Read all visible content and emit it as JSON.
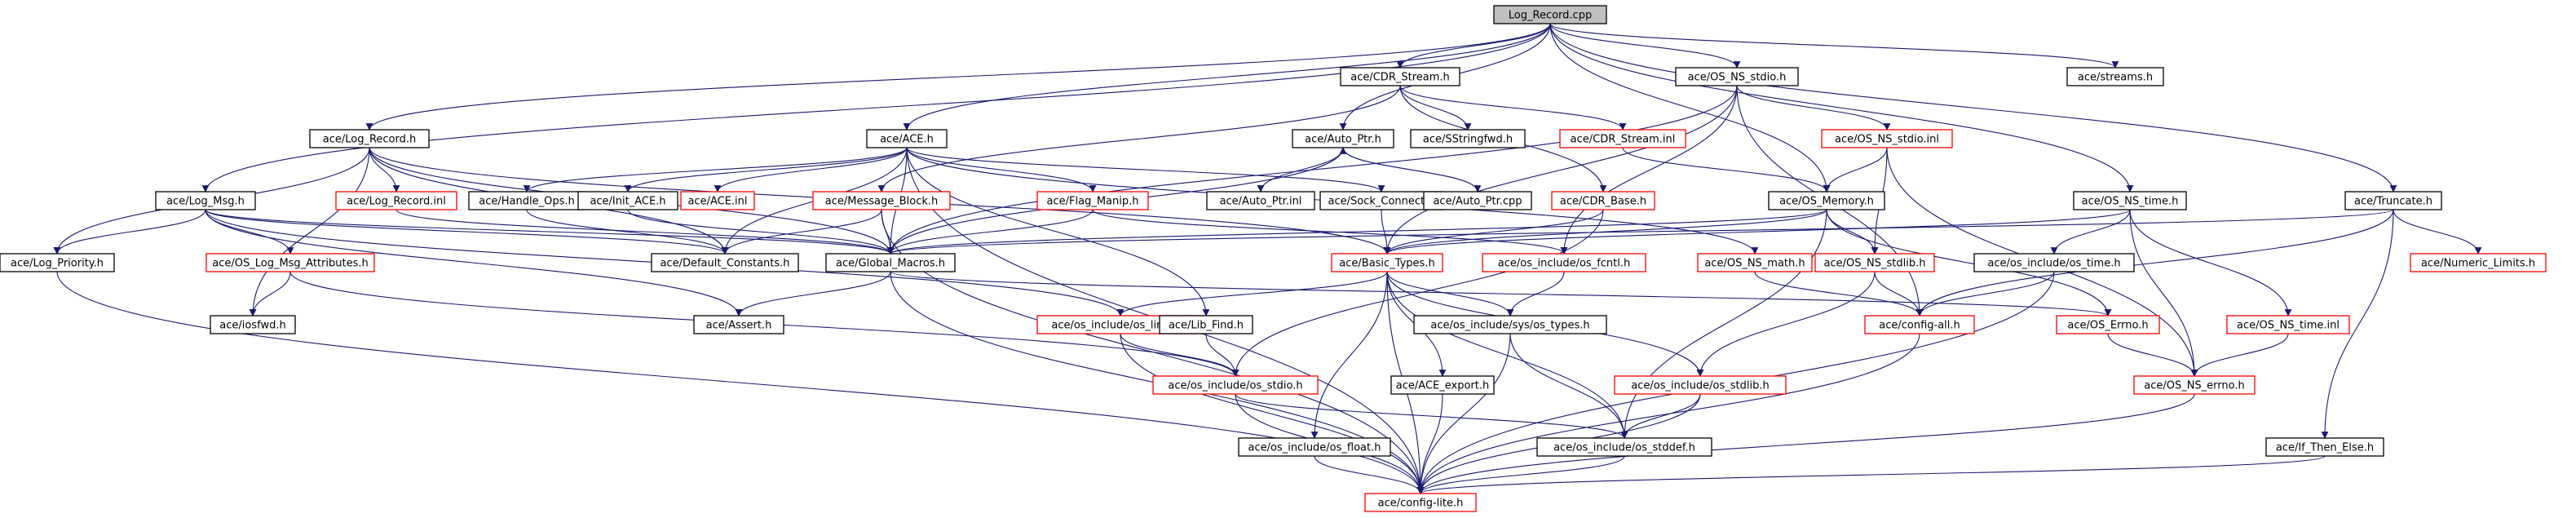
{
  "colors": {
    "edge": "#191970",
    "border_normal": "#000000",
    "border_missing": "#ff0000",
    "root_fill": "#bfbfbf",
    "node_fill": "#ffffff"
  },
  "nodes": [
    {
      "id": "root",
      "label": "Log_Record.cpp",
      "kind": "root"
    },
    {
      "id": "cdr_stream_h",
      "label": "ace/CDR_Stream.h",
      "kind": "normal"
    },
    {
      "id": "os_ns_stdio_h",
      "label": "ace/OS_NS_stdio.h",
      "kind": "normal"
    },
    {
      "id": "streams_h",
      "label": "ace/streams.h",
      "kind": "normal"
    },
    {
      "id": "log_record_h",
      "label": "ace/Log_Record.h",
      "kind": "normal"
    },
    {
      "id": "ace_h",
      "label": "ace/ACE.h",
      "kind": "normal"
    },
    {
      "id": "auto_ptr_h",
      "label": "ace/Auto_Ptr.h",
      "kind": "normal"
    },
    {
      "id": "sstringfwd_h",
      "label": "ace/SStringfwd.h",
      "kind": "normal"
    },
    {
      "id": "cdr_stream_inl",
      "label": "ace/CDR_Stream.inl",
      "kind": "missing"
    },
    {
      "id": "os_ns_stdio_inl",
      "label": "ace/OS_NS_stdio.inl",
      "kind": "missing"
    },
    {
      "id": "log_msg_h",
      "label": "ace/Log_Msg.h",
      "kind": "normal"
    },
    {
      "id": "log_record_inl",
      "label": "ace/Log_Record.inl",
      "kind": "missing"
    },
    {
      "id": "handle_ops_h",
      "label": "ace/Handle_Ops.h",
      "kind": "normal"
    },
    {
      "id": "init_ace_h",
      "label": "ace/Init_ACE.h",
      "kind": "normal"
    },
    {
      "id": "ace_inl",
      "label": "ace/ACE.inl",
      "kind": "missing"
    },
    {
      "id": "message_block_h",
      "label": "ace/Message_Block.h",
      "kind": "missing"
    },
    {
      "id": "flag_manip_h",
      "label": "ace/Flag_Manip.h",
      "kind": "missing"
    },
    {
      "id": "auto_ptr_inl",
      "label": "ace/Auto_Ptr.inl",
      "kind": "normal"
    },
    {
      "id": "sock_connect_h",
      "label": "ace/Sock_Connect.h",
      "kind": "normal"
    },
    {
      "id": "auto_ptr_cpp",
      "label": "ace/Auto_Ptr.cpp",
      "kind": "normal"
    },
    {
      "id": "cdr_base_h",
      "label": "ace/CDR_Base.h",
      "kind": "missing"
    },
    {
      "id": "os_memory_h",
      "label": "ace/OS_Memory.h",
      "kind": "normal"
    },
    {
      "id": "os_ns_time_h",
      "label": "ace/OS_NS_time.h",
      "kind": "normal"
    },
    {
      "id": "truncate_h",
      "label": "ace/Truncate.h",
      "kind": "normal"
    },
    {
      "id": "log_priority_h",
      "label": "ace/Log_Priority.h",
      "kind": "normal"
    },
    {
      "id": "os_log_msg_attr_h",
      "label": "ace/OS_Log_Msg_Attributes.h",
      "kind": "missing"
    },
    {
      "id": "default_constants_h",
      "label": "ace/Default_Constants.h",
      "kind": "normal"
    },
    {
      "id": "global_macros_h",
      "label": "ace/Global_Macros.h",
      "kind": "normal"
    },
    {
      "id": "basic_types_h",
      "label": "ace/Basic_Types.h",
      "kind": "missing"
    },
    {
      "id": "os_fcntl_h",
      "label": "ace/os_include/os_fcntl.h",
      "kind": "missing"
    },
    {
      "id": "os_ns_math_h",
      "label": "ace/OS_NS_math.h",
      "kind": "missing"
    },
    {
      "id": "os_ns_stdlib_h",
      "label": "ace/OS_NS_stdlib.h",
      "kind": "missing"
    },
    {
      "id": "os_time_h",
      "label": "ace/os_include/os_time.h",
      "kind": "normal"
    },
    {
      "id": "numeric_limits_h",
      "label": "ace/Numeric_Limits.h",
      "kind": "missing"
    },
    {
      "id": "iosfwd_h",
      "label": "ace/iosfwd.h",
      "kind": "normal"
    },
    {
      "id": "assert_h",
      "label": "ace/Assert.h",
      "kind": "normal"
    },
    {
      "id": "os_limits_h",
      "label": "ace/os_include/os_limits.h",
      "kind": "missing"
    },
    {
      "id": "lib_find_h",
      "label": "ace/Lib_Find.h",
      "kind": "normal"
    },
    {
      "id": "sys_os_types_h",
      "label": "ace/os_include/sys/os_types.h",
      "kind": "normal"
    },
    {
      "id": "config_all_h",
      "label": "ace/config-all.h",
      "kind": "missing"
    },
    {
      "id": "os_errno_h",
      "label": "ace/OS_Errno.h",
      "kind": "missing"
    },
    {
      "id": "os_ns_time_inl",
      "label": "ace/OS_NS_time.inl",
      "kind": "missing"
    },
    {
      "id": "os_stdio_h",
      "label": "ace/os_include/os_stdio.h",
      "kind": "missing"
    },
    {
      "id": "ace_export_h",
      "label": "ace/ACE_export.h",
      "kind": "normal"
    },
    {
      "id": "os_stdlib_h",
      "label": "ace/os_include/os_stdlib.h",
      "kind": "missing"
    },
    {
      "id": "os_ns_errno_h",
      "label": "ace/OS_NS_errno.h",
      "kind": "missing"
    },
    {
      "id": "os_float_h",
      "label": "ace/os_include/os_float.h",
      "kind": "normal"
    },
    {
      "id": "os_stddef_h",
      "label": "ace/os_include/os_stddef.h",
      "kind": "normal"
    },
    {
      "id": "if_then_else_h",
      "label": "ace/If_Then_Else.h",
      "kind": "normal"
    },
    {
      "id": "config_lite_h",
      "label": "ace/config-lite.h",
      "kind": "missing"
    }
  ],
  "edges": [
    [
      "root",
      "cdr_stream_h"
    ],
    [
      "root",
      "os_ns_stdio_h"
    ],
    [
      "root",
      "streams_h"
    ],
    [
      "root",
      "log_record_h"
    ],
    [
      "root",
      "ace_h"
    ],
    [
      "root",
      "auto_ptr_h"
    ],
    [
      "root",
      "os_memory_h"
    ],
    [
      "root",
      "os_ns_time_h"
    ],
    [
      "root",
      "truncate_h"
    ],
    [
      "root",
      "log_msg_h"
    ],
    [
      "cdr_stream_h",
      "sstringfwd_h"
    ],
    [
      "cdr_stream_h",
      "cdr_stream_inl"
    ],
    [
      "cdr_stream_h",
      "message_block_h"
    ],
    [
      "cdr_stream_h",
      "cdr_base_h"
    ],
    [
      "os_ns_stdio_h",
      "os_ns_stdio_inl"
    ],
    [
      "os_ns_stdio_h",
      "config_all_h"
    ],
    [
      "os_ns_stdio_h",
      "basic_types_h"
    ],
    [
      "os_ns_stdio_h",
      "os_fcntl_h"
    ],
    [
      "os_ns_stdio_h",
      "global_macros_h"
    ],
    [
      "os_ns_stdio_inl",
      "os_memory_h"
    ],
    [
      "os_ns_stdio_inl",
      "os_ns_stdlib_h"
    ],
    [
      "os_ns_stdio_inl",
      "os_ns_errno_h"
    ],
    [
      "log_record_h",
      "log_priority_h"
    ],
    [
      "log_record_h",
      "log_record_inl"
    ],
    [
      "log_record_h",
      "iosfwd_h"
    ],
    [
      "log_record_h",
      "default_constants_h"
    ],
    [
      "log_record_h",
      "global_macros_h"
    ],
    [
      "log_record_h",
      "basic_types_h"
    ],
    [
      "ace_h",
      "handle_ops_h"
    ],
    [
      "ace_h",
      "init_ace_h"
    ],
    [
      "ace_h",
      "ace_inl"
    ],
    [
      "ace_h",
      "flag_manip_h"
    ],
    [
      "ace_h",
      "sock_connect_h"
    ],
    [
      "ace_h",
      "default_constants_h"
    ],
    [
      "ace_h",
      "lib_find_h"
    ],
    [
      "ace_h",
      "os_ns_math_h"
    ],
    [
      "ace_h",
      "config_lite_h"
    ],
    [
      "ace_h",
      "global_macros_h"
    ],
    [
      "auto_ptr_h",
      "auto_ptr_inl"
    ],
    [
      "auto_ptr_h",
      "auto_ptr_cpp"
    ],
    [
      "auto_ptr_h",
      "global_macros_h"
    ],
    [
      "auto_ptr_cpp",
      "auto_ptr_h"
    ],
    [
      "cdr_stream_inl",
      "os_memory_h"
    ],
    [
      "log_msg_h",
      "log_priority_h"
    ],
    [
      "log_msg_h",
      "os_log_msg_attr_h"
    ],
    [
      "log_msg_h",
      "default_constants_h"
    ],
    [
      "log_msg_h",
      "global_macros_h"
    ],
    [
      "log_msg_h",
      "assert_h"
    ],
    [
      "log_msg_h",
      "os_limits_h"
    ],
    [
      "log_record_inl",
      "global_macros_h"
    ],
    [
      "handle_ops_h",
      "default_constants_h"
    ],
    [
      "init_ace_h",
      "global_macros_h"
    ],
    [
      "message_block_h",
      "default_constants_h"
    ],
    [
      "message_block_h",
      "global_macros_h"
    ],
    [
      "message_block_h",
      "config_lite_h"
    ],
    [
      "flag_manip_h",
      "global_macros_h"
    ],
    [
      "flag_manip_h",
      "os_fcntl_h"
    ],
    [
      "sock_connect_h",
      "basic_types_h"
    ],
    [
      "cdr_base_h",
      "basic_types_h"
    ],
    [
      "cdr_base_h",
      "os_stdio_h"
    ],
    [
      "os_memory_h",
      "os_ns_stdlib_h"
    ],
    [
      "os_memory_h",
      "basic_types_h"
    ],
    [
      "os_memory_h",
      "os_errno_h"
    ],
    [
      "os_memory_h",
      "global_macros_h"
    ],
    [
      "os_memory_h",
      "os_stddef_h"
    ],
    [
      "os_ns_time_h",
      "os_time_h"
    ],
    [
      "os_ns_time_h",
      "os_ns_time_inl"
    ],
    [
      "os_ns_time_h",
      "os_ns_errno_h"
    ],
    [
      "os_ns_time_h",
      "basic_types_h"
    ],
    [
      "truncate_h",
      "numeric_limits_h"
    ],
    [
      "truncate_h",
      "if_then_else_h"
    ],
    [
      "truncate_h",
      "config_all_h"
    ],
    [
      "truncate_h",
      "global_macros_h"
    ],
    [
      "log_priority_h",
      "config_lite_h"
    ],
    [
      "os_log_msg_attr_h",
      "iosfwd_h"
    ],
    [
      "os_log_msg_attr_h",
      "os_stdio_h"
    ],
    [
      "global_macros_h",
      "assert_h"
    ],
    [
      "global_macros_h",
      "config_lite_h"
    ],
    [
      "global_macros_h",
      "os_errno_h"
    ],
    [
      "basic_types_h",
      "os_limits_h"
    ],
    [
      "basic_types_h",
      "sys_os_types_h"
    ],
    [
      "basic_types_h",
      "ace_export_h"
    ],
    [
      "basic_types_h",
      "os_float_h"
    ],
    [
      "basic_types_h",
      "os_stddef_h"
    ],
    [
      "basic_types_h",
      "config_lite_h"
    ],
    [
      "basic_types_h",
      "os_stdlib_h"
    ],
    [
      "os_fcntl_h",
      "sys_os_types_h"
    ],
    [
      "os_ns_math_h",
      "config_all_h"
    ],
    [
      "os_ns_stdlib_h",
      "os_stdlib_h"
    ],
    [
      "os_ns_stdlib_h",
      "config_all_h"
    ],
    [
      "os_time_h",
      "config_all_h"
    ],
    [
      "os_time_h",
      "config_lite_h"
    ],
    [
      "os_limits_h",
      "os_stdio_h"
    ],
    [
      "os_limits_h",
      "config_lite_h"
    ],
    [
      "lib_find_h",
      "os_stdio_h"
    ],
    [
      "sys_os_types_h",
      "os_stddef_h"
    ],
    [
      "sys_os_types_h",
      "config_lite_h"
    ],
    [
      "config_all_h",
      "config_lite_h"
    ],
    [
      "os_errno_h",
      "os_ns_errno_h"
    ],
    [
      "os_ns_time_inl",
      "os_ns_errno_h"
    ],
    [
      "os_stdio_h",
      "os_stddef_h"
    ],
    [
      "os_stdio_h",
      "config_lite_h"
    ],
    [
      "ace_export_h",
      "config_lite_h"
    ],
    [
      "os_stdlib_h",
      "os_stddef_h"
    ],
    [
      "os_stdlib_h",
      "config_lite_h"
    ],
    [
      "os_ns_errno_h",
      "config_lite_h"
    ],
    [
      "os_float_h",
      "config_lite_h"
    ],
    [
      "os_stddef_h",
      "config_lite_h"
    ],
    [
      "if_then_else_h",
      "config_lite_h"
    ]
  ]
}
